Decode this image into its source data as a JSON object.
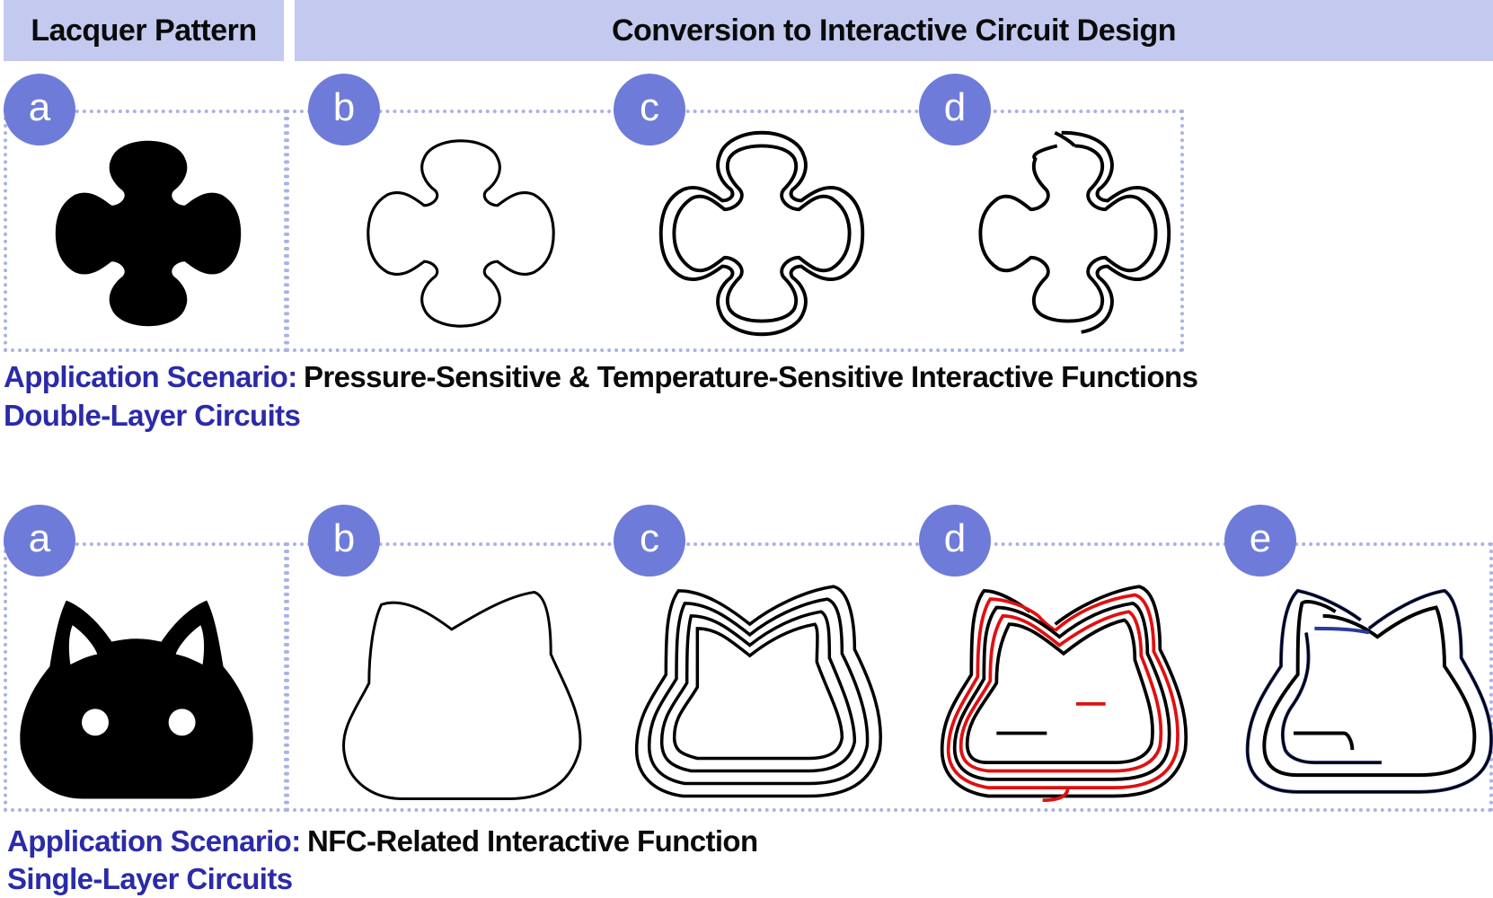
{
  "headers": {
    "left": "Lacquer Pattern",
    "right": "Conversion to Interactive Circuit Design"
  },
  "row1": {
    "badges": [
      "a",
      "b",
      "c",
      "d"
    ],
    "scenario_label": "Application Scenario:",
    "scenario_text": "Pressure-Sensitive & Temperature-Sensitive Interactive Functions",
    "circuit_type": "Double-Layer Circuits"
  },
  "row2": {
    "badges": [
      "a",
      "b",
      "c",
      "d",
      "e"
    ],
    "scenario_label": "Application Scenario:",
    "scenario_text": "NFC-Related Interactive Function",
    "circuit_type": "Single-Layer Circuits"
  },
  "colors": {
    "header_bg": "#c3c9ef",
    "badge": "#6f7bd8",
    "dotted_border": "#a9b1e6",
    "scenario_label": "#2b2ba8",
    "trace_red": "#e01010",
    "trace_blue": "#2a3b9e"
  }
}
